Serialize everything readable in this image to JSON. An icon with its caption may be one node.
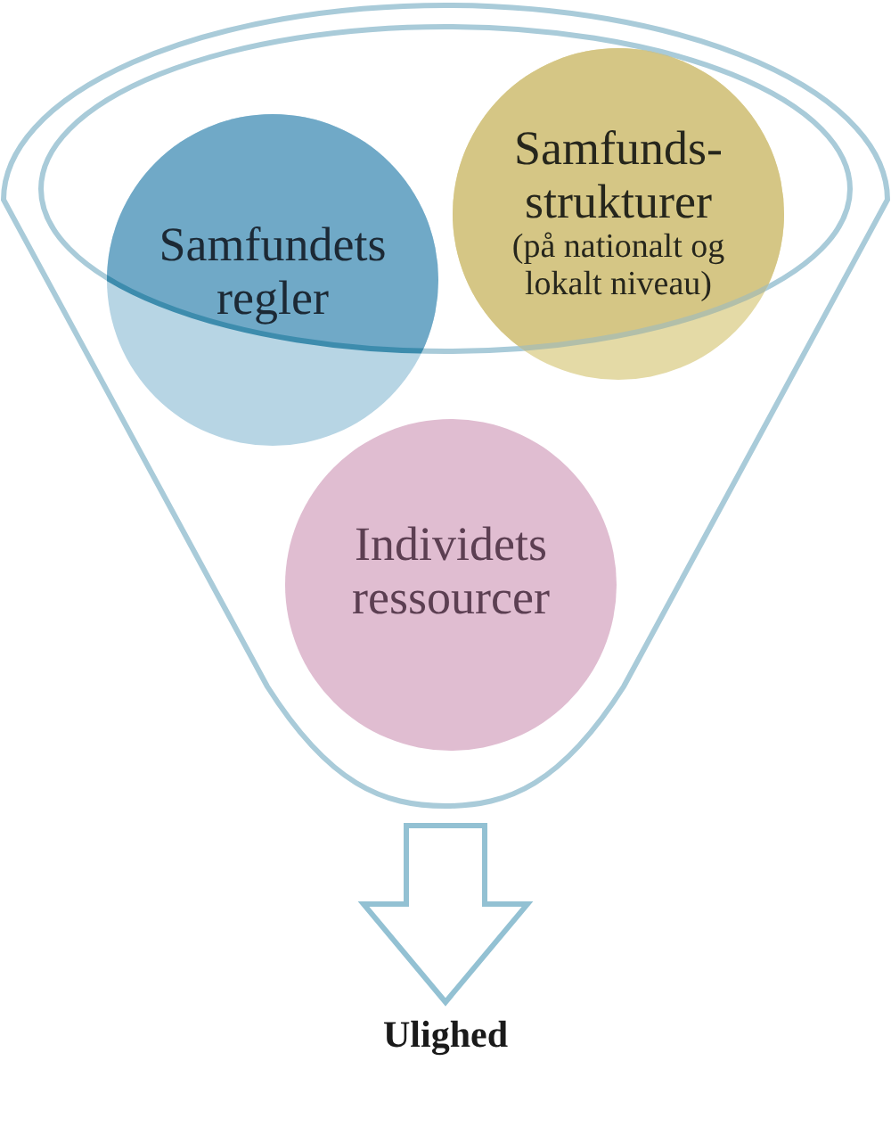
{
  "diagram": {
    "nodes": [
      {
        "text": [],
        "shape": "funnel"
      },
      {
        "text": [
          "Samfundets regler"
        ],
        "in": 0
      },
      {
        "text": [
          "Samfunds-strukturer",
          "(på nationalt og lokalt niveau)"
        ],
        "in": 0
      },
      {
        "text": [
          "Individets ressourcer"
        ],
        "in": 0
      },
      {
        "text": [
          "Ulighed"
        ]
      }
    ],
    "edges": [
      {
        "from": 0,
        "to": 4,
        "arrow": "to"
      }
    ]
  }
}
